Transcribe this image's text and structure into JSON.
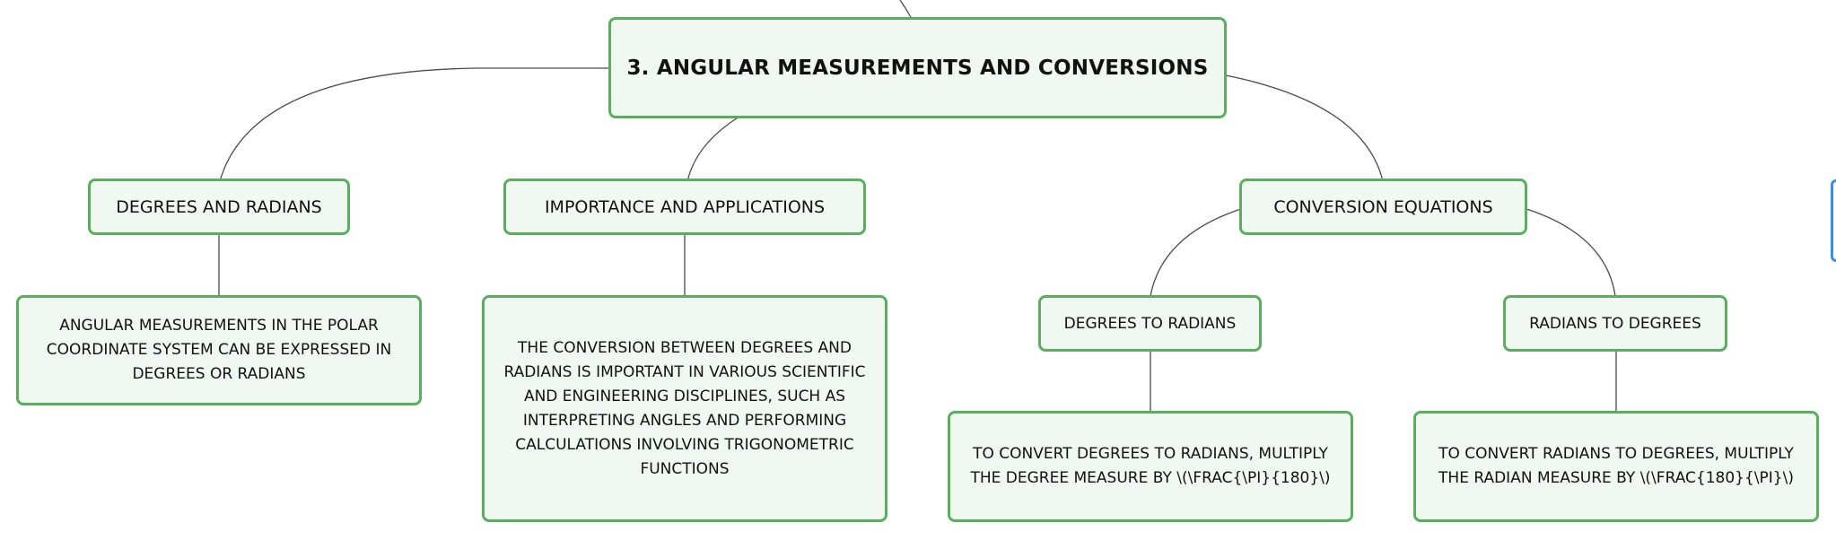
{
  "root": {
    "label": "3. Angular Measurements and Conversions"
  },
  "topics": [
    {
      "label": "Degrees and Radians",
      "detail": "Angular measurements in the polar coordinate system can be expressed in degrees or radians"
    },
    {
      "label": "Importance and Applications",
      "detail": "The conversion between degrees and radians is important in various scientific and engineering disciplines, such as interpreting angles and performing calculations involving trigonometric functions"
    },
    {
      "label": "Conversion Equations",
      "children": [
        {
          "label": "Degrees to Radians",
          "detail": "To convert degrees to radians, multiply the degree measure by \\(\\frac{\\pi}{180}\\)"
        },
        {
          "label": "Radians to Degrees",
          "detail": "To convert radians to degrees, multiply the radian measure by \\(\\frac{180}{\\pi}\\)"
        }
      ]
    }
  ],
  "colors": {
    "node_fill": "#f1f8f1",
    "node_border": "#5aaf5e",
    "connector": "#4a4a4a",
    "selection_outline": "#3a8ee6"
  }
}
